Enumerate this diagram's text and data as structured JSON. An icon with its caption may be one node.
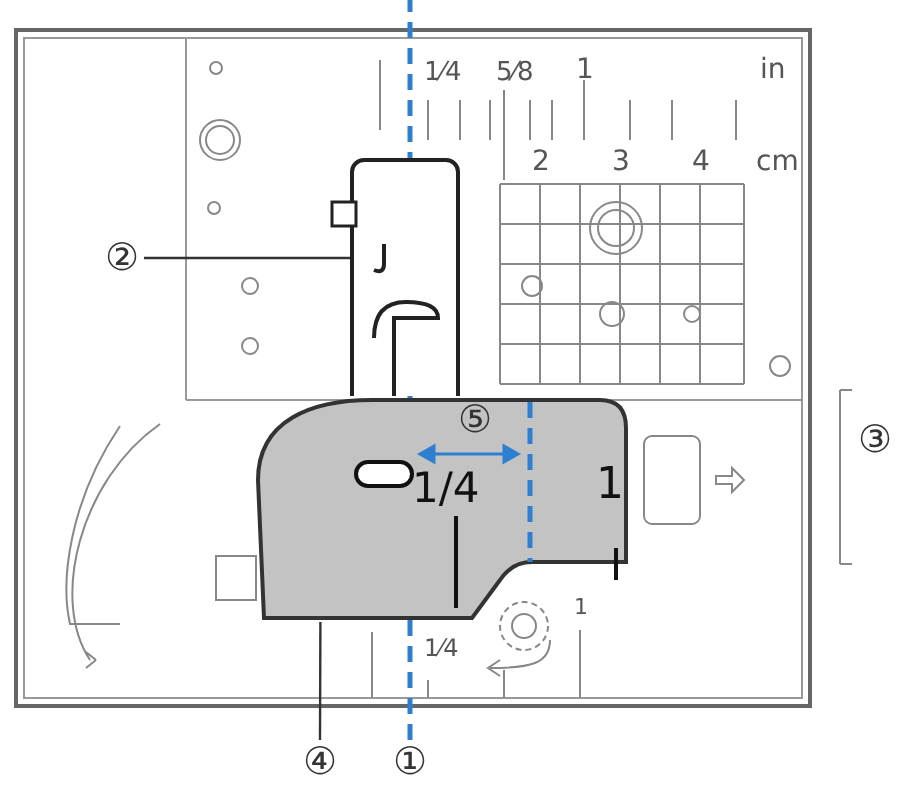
{
  "diagram": {
    "nodes": [
      {
        "text": [
          "②"
        ]
      },
      {
        "text": [],
        "shape": "box"
      },
      {
        "text": [
          "④"
        ]
      },
      {
        "text": [
          "1/4",
          "1"
        ]
      },
      {
        "text": [
          "①"
        ]
      }
    ],
    "edges": [
      {
        "from": 0,
        "to": 1,
        "arrow": "none"
      },
      {
        "from": 2,
        "to": 3,
        "arrow": "none"
      },
      {
        "from": 4,
        "to": null,
        "arrow": "none",
        "style": "dashed",
        "color": "#2f7fd0"
      }
    ],
    "labels": [
      "1⁄4",
      "5⁄8",
      "1",
      "in",
      "2",
      "3",
      "4",
      "cm",
      "⑤",
      "③",
      "1⁄4",
      "1"
    ]
  }
}
